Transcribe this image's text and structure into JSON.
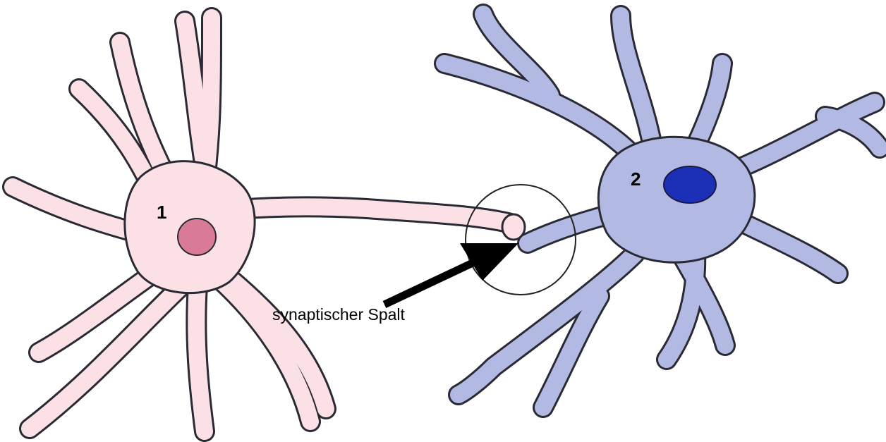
{
  "labels": {
    "neuron1": "1",
    "neuron2": "2",
    "cleft": "synaptischer Spalt"
  },
  "colors": {
    "neuron1_fill": "#fbe1e6",
    "neuron1_nucleus": "#d97a96",
    "neuron2_fill": "#b2b9e2",
    "neuron2_nucleus": "#1b2fb7",
    "outline": "#2a2a35",
    "arrow": "#000000"
  },
  "icons": {
    "neuron1": "presynaptic-neuron-icon",
    "neuron2": "postsynaptic-neuron-icon",
    "cleft_marker": "circle-highlight-icon",
    "pointer": "arrow-icon"
  }
}
